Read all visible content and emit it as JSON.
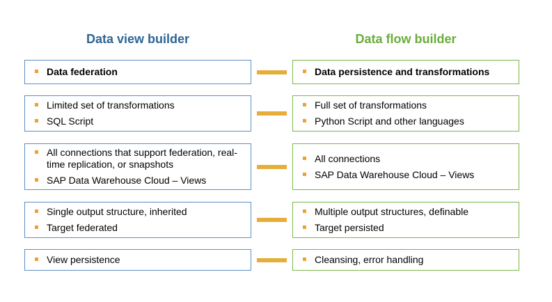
{
  "colors": {
    "left_title": "#2e6594",
    "right_title": "#6aac3a",
    "left_border": "#5b8fc4",
    "right_border": "#7ab648",
    "bullet": "#efa131",
    "connector": "#e6ad3a"
  },
  "left_title": "Data view builder",
  "right_title": "Data flow builder",
  "rows": [
    {
      "left": [
        {
          "text": "Data federation",
          "bold": true
        }
      ],
      "right": [
        {
          "text": "Data persistence and transformations",
          "bold": true
        }
      ]
    },
    {
      "left": [
        {
          "text": "Limited set of transformations"
        },
        {
          "text": "SQL Script"
        }
      ],
      "right": [
        {
          "text": "Full set of transformations"
        },
        {
          "text": "Python Script and other languages"
        }
      ]
    },
    {
      "left": [
        {
          "text": "All connections that support federation, real-time replication, or snapshots"
        },
        {
          "text": "SAP Data Warehouse Cloud – Views"
        }
      ],
      "right": [
        {
          "text": "All connections"
        },
        {
          "text": "SAP Data Warehouse Cloud – Views"
        }
      ]
    },
    {
      "left": [
        {
          "text": "Single output structure, inherited"
        },
        {
          "text": "Target federated"
        }
      ],
      "right": [
        {
          "text": "Multiple output structures, definable"
        },
        {
          "text": "Target persisted"
        }
      ]
    },
    {
      "left": [
        {
          "text": "View persistence"
        }
      ],
      "right": [
        {
          "text": "Cleansing, error handling"
        }
      ]
    }
  ]
}
